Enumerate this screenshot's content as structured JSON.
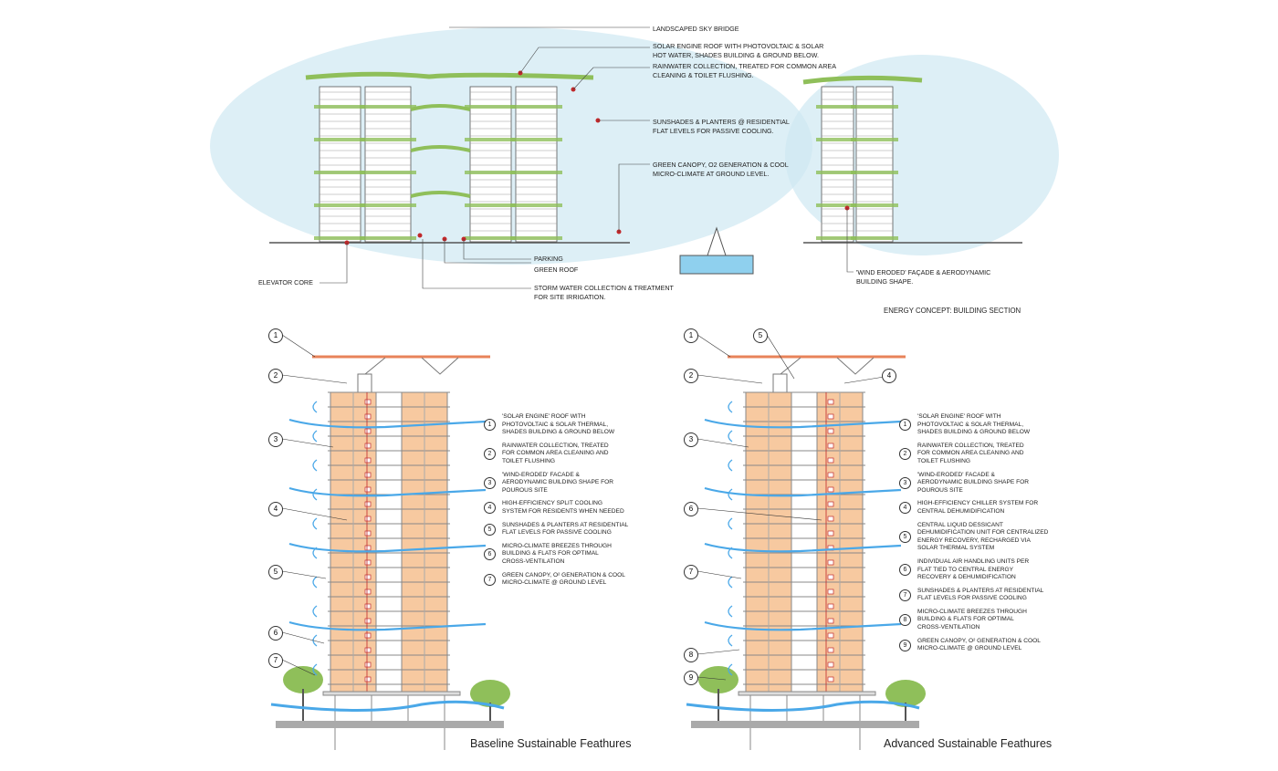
{
  "section": {
    "callouts": [
      "LANDSCAPED SKY BRIDGE",
      "SOLAR ENGINE ROOF WITH PHOTOVOLTAIC & SOLAR\nHOT WATER, SHADES BUILDING & GROUND BELOW.",
      "RAINWATER COLLECTION, TREATED FOR COMMON AREA\nCLEANING & TOILET FLUSHING.",
      "SUNSHADES & PLANTERS @ RESIDENTIAL\nFLAT LEVELS FOR PASSIVE COOLING.",
      "GREEN CANOPY, O2 GENERATION & COOL\nMICRO-CLIMATE AT GROUND LEVEL.",
      "PARKING",
      "GREEN ROOF",
      "STORM WATER COLLECTION & TREATMENT\nFOR SITE IRRIGATION.",
      "ELEVATOR CORE",
      "'WIND ERODED' FAÇADE & AERODYNAMIC\nBUILDING SHAPE."
    ],
    "caption": "ENERGY CONCEPT: BUILDING SECTION"
  },
  "baseline": {
    "title": "Baseline Sustainable Feathures",
    "markers": [
      "1",
      "2",
      "3",
      "4",
      "5",
      "6",
      "7"
    ],
    "legend": [
      {
        "n": "1",
        "text": "'SOLAR ENGINE' ROOF WITH\nPHOTOVOLTAIC & SOLAR THERMAL,\nSHADES BUILDING & GROUND BELOW"
      },
      {
        "n": "2",
        "text": "RAINWATER COLLECTION, TREATED\nFOR COMMON AREA CLEANING AND\nTOILET FLUSHING"
      },
      {
        "n": "3",
        "text": "'WIND-ERODED' FACADE &\nAERODYNAMIC BUILDING SHAPE FOR\nPOUROUS SITE"
      },
      {
        "n": "4",
        "text": "HIGH-EFFICIENCY SPLIT COOLING\nSYSTEM FOR RESIDENTS WHEN NEEDED"
      },
      {
        "n": "5",
        "text": "SUNSHADES & PLANTERS AT RESIDENTIAL\nFLAT LEVELS FOR PASSIVE COOLING"
      },
      {
        "n": "6",
        "text": "MICRO-CLIMATE BREEZES THROUGH\nBUILDING & FLATS FOR OPTIMAL\nCROSS-VENTILATION"
      },
      {
        "n": "7",
        "text": "GREEN CANOPY, O² GENERATION & COOL\nMICRO-CLIMATE @ GROUND LEVEL"
      }
    ]
  },
  "advanced": {
    "title": "Advanced Sustainable Feathures",
    "markers": [
      "1",
      "2",
      "3",
      "4",
      "5",
      "6",
      "7",
      "8",
      "9"
    ],
    "legend": [
      {
        "n": "1",
        "text": "'SOLAR ENGINE' ROOF WITH\nPHOTOVOLTAIC & SOLAR THERMAL,\nSHADES BUILDING & GROUND BELOW"
      },
      {
        "n": "2",
        "text": "RAINWATER COLLECTION, TREATED\nFOR COMMON AREA CLEANING AND\nTOILET FLUSHING"
      },
      {
        "n": "3",
        "text": "'WIND-ERODED' FACADE &\nAERODYNAMIC BUILDING SHAPE FOR\nPOUROUS SITE"
      },
      {
        "n": "4",
        "text": "HIGH-EFFICIENCY CHILLER SYSTEM FOR\nCENTRAL DEHUMIDIFICATION"
      },
      {
        "n": "5",
        "text": "CENTRAL LIQUID DESSICANT\nDEHUMIDIFICATION UNIT FOR CENTRALIZED\nENERGY RECOVERY, RECHARGED VIA\nSOLAR THERMAL SYSTEM"
      },
      {
        "n": "6",
        "text": "INDIVIDUAL AIR HANDLING UNITS PER\nFLAT TIED TO CENTRAL ENERGY\nRECOVERY & DEHUMIDIFICATION"
      },
      {
        "n": "7",
        "text": "SUNSHADES & PLANTERS AT RESIDENTIAL\nFLAT LEVELS FOR PASSIVE COOLING"
      },
      {
        "n": "8",
        "text": "MICRO-CLIMATE BREEZES THROUGH\nBUILDING & FLATS FOR OPTIMAL\nCROSS-VENTILATION"
      },
      {
        "n": "9",
        "text": "GREEN CANOPY, O² GENERATION & COOL\nMICRO-CLIMATE @ GROUND LEVEL"
      }
    ]
  },
  "colors": {
    "sky": "#cfe8f2",
    "facade": "#f7c9a0",
    "greenery": "#8fbf5a",
    "wind": "#4aa8e8",
    "roof": "#e8835a",
    "accent": "#c0282a"
  }
}
